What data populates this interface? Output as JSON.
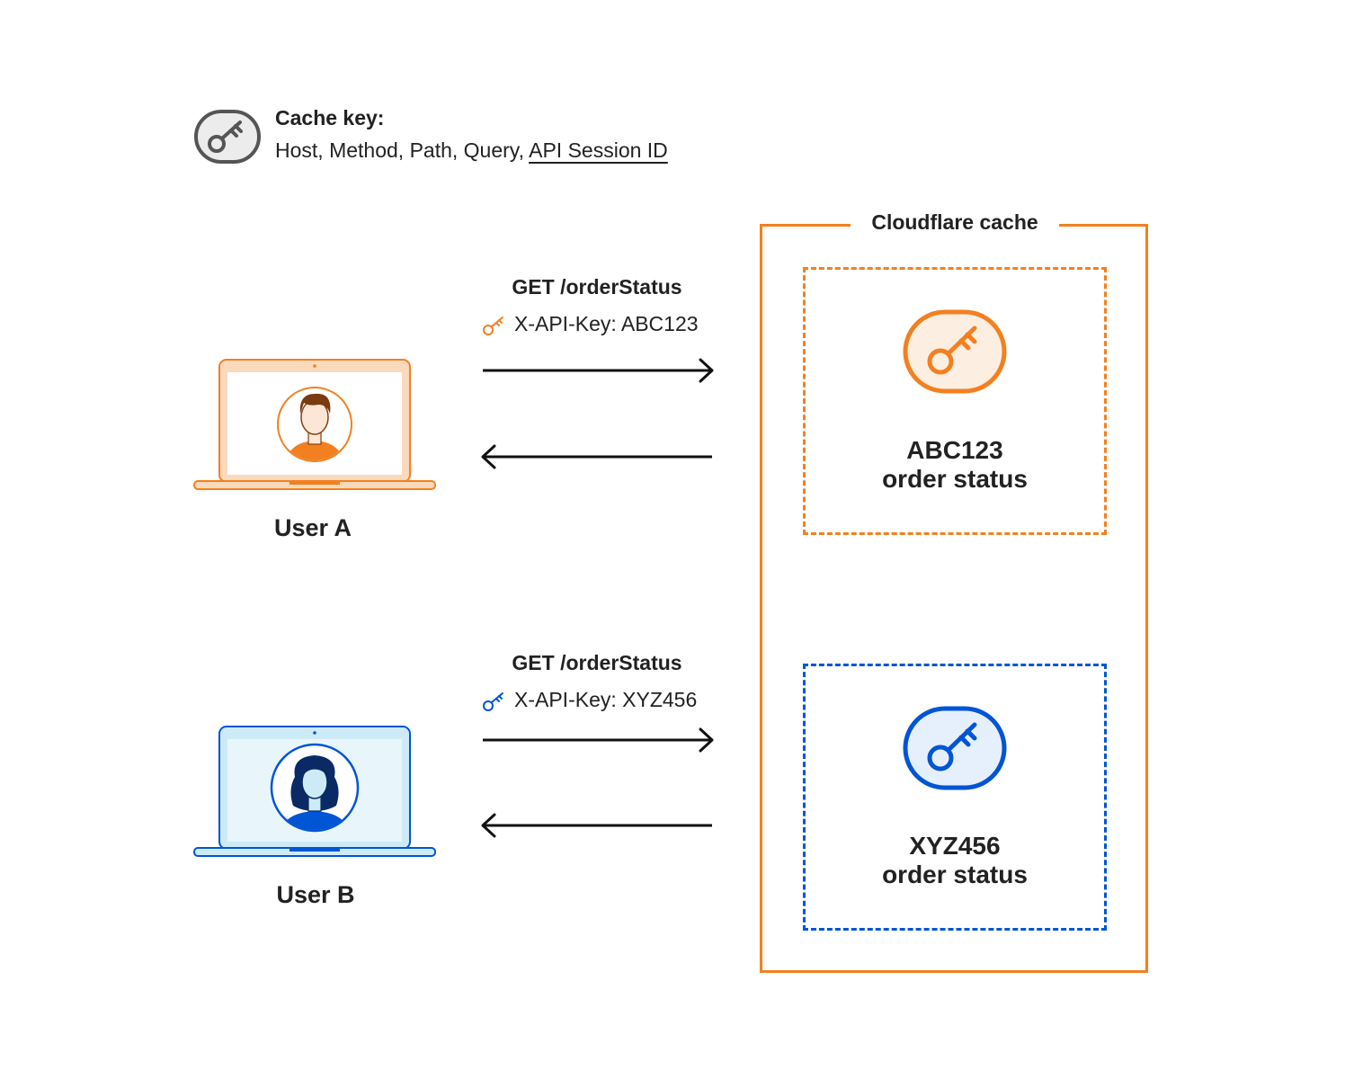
{
  "legend": {
    "title": "Cache key:",
    "fields_plain": "Host, Method, Path, Query, ",
    "fields_underlined": "API Session ID",
    "icon": "key-icon"
  },
  "cache": {
    "title": "Cloudflare cache",
    "entries": [
      {
        "key_value": "ABC123",
        "label": "order status",
        "color": "#f38020",
        "icon": "key-icon"
      },
      {
        "key_value": "XYZ456",
        "label": "order status",
        "color": "#0055d4",
        "icon": "key-icon"
      }
    ]
  },
  "users": [
    {
      "name": "User A",
      "color": "#f38020",
      "request": {
        "method_path": "GET /orderStatus",
        "header": "X-API-Key: ABC123"
      },
      "icon": "laptop-with-user-icon"
    },
    {
      "name": "User B",
      "color": "#0055d4",
      "request": {
        "method_path": "GET /orderStatus",
        "header": "X-API-Key: XYZ456"
      },
      "icon": "laptop-with-user-icon"
    }
  ],
  "colors": {
    "orange": "#f38020",
    "blue": "#0055d4",
    "text": "#222222"
  }
}
